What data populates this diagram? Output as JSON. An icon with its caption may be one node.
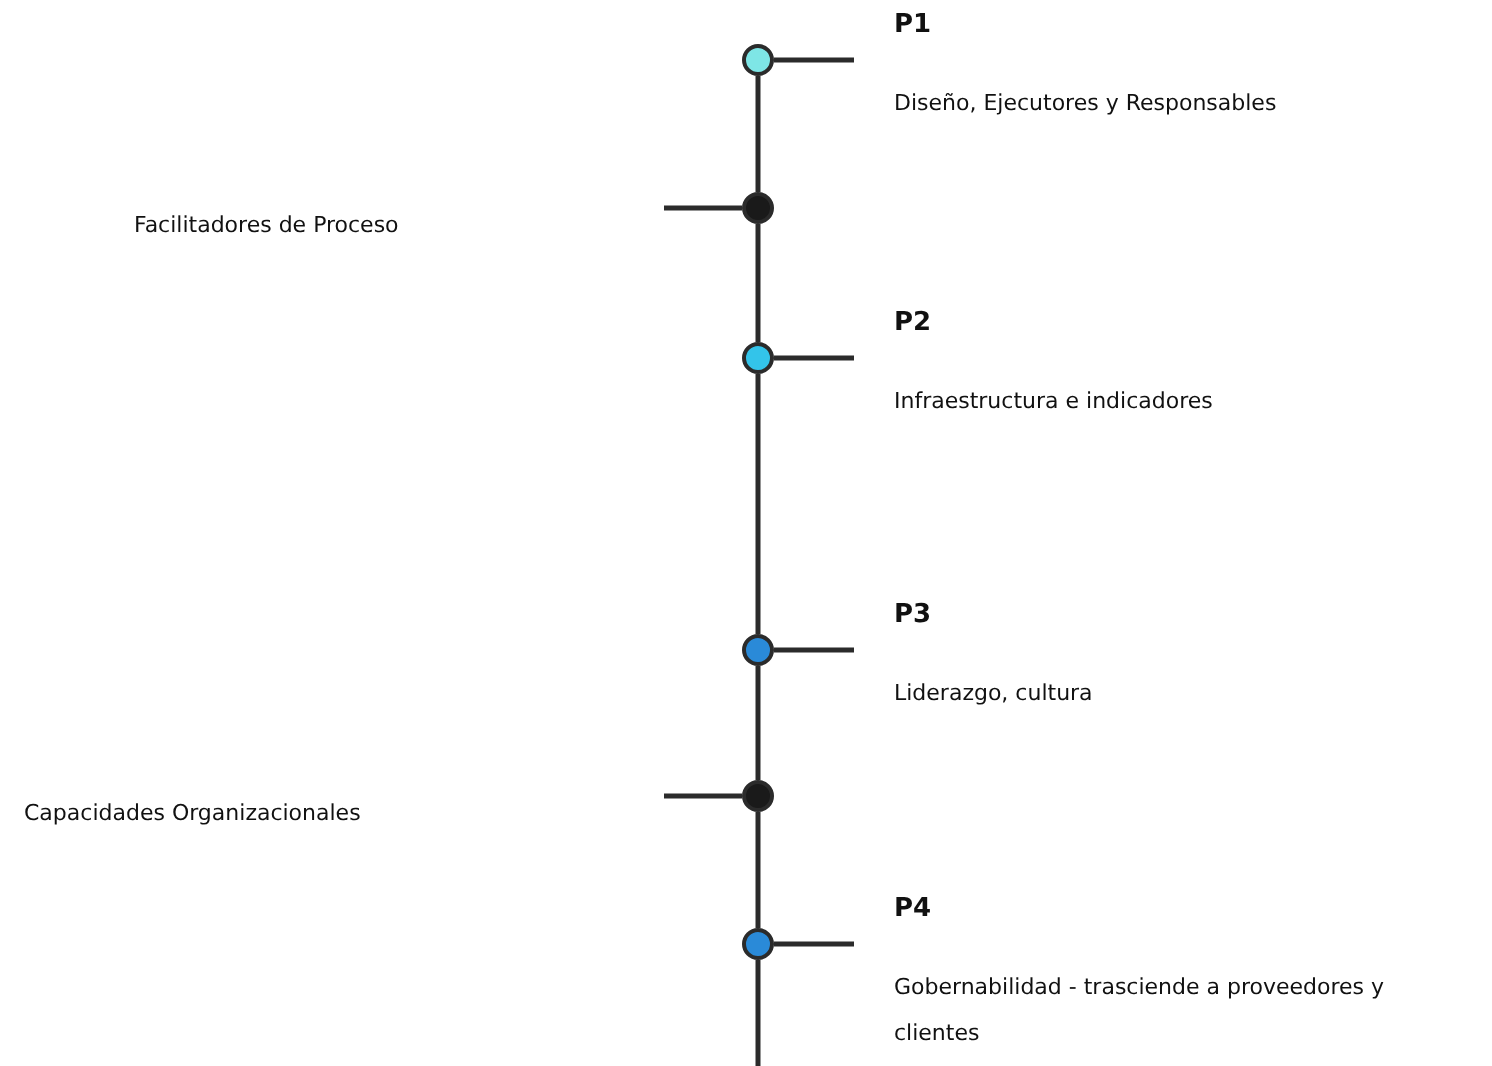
{
  "diagram": {
    "nodes": [
      {
        "text": [],
        "shape": "circle",
        "beside": [
          "P1",
          "Diseño, Ejecutores y Responsables"
        ]
      },
      {
        "text": [],
        "shape": "circle"
      },
      {
        "text": [],
        "shape": "circle",
        "beside": [
          "P2",
          "Infraestructura e indicadores"
        ]
      },
      {
        "text": [],
        "shape": "circle",
        "beside": [
          "P3",
          "Liderazgo, cultura"
        ]
      },
      {
        "text": [],
        "shape": "circle"
      },
      {
        "text": [],
        "shape": "circle",
        "beside": [
          "P4",
          "Gobernabilidad - trasciende a proveedores y clientes"
        ]
      }
    ],
    "edges": [
      {
        "from": 0,
        "to": 1,
        "arrow": "none"
      },
      {
        "from": 1,
        "to": 2,
        "arrow": "none"
      },
      {
        "from": 2,
        "to": 3,
        "arrow": "none"
      },
      {
        "from": 3,
        "to": 4,
        "arrow": "none"
      },
      {
        "from": 4,
        "to": 5,
        "arrow": "none"
      },
      {
        "from": 5,
        "to": null,
        "arrow": "none"
      }
    ],
    "labels": [
      "Facilitadores de Proceso",
      "Capacidades Organizacionales"
    ]
  }
}
